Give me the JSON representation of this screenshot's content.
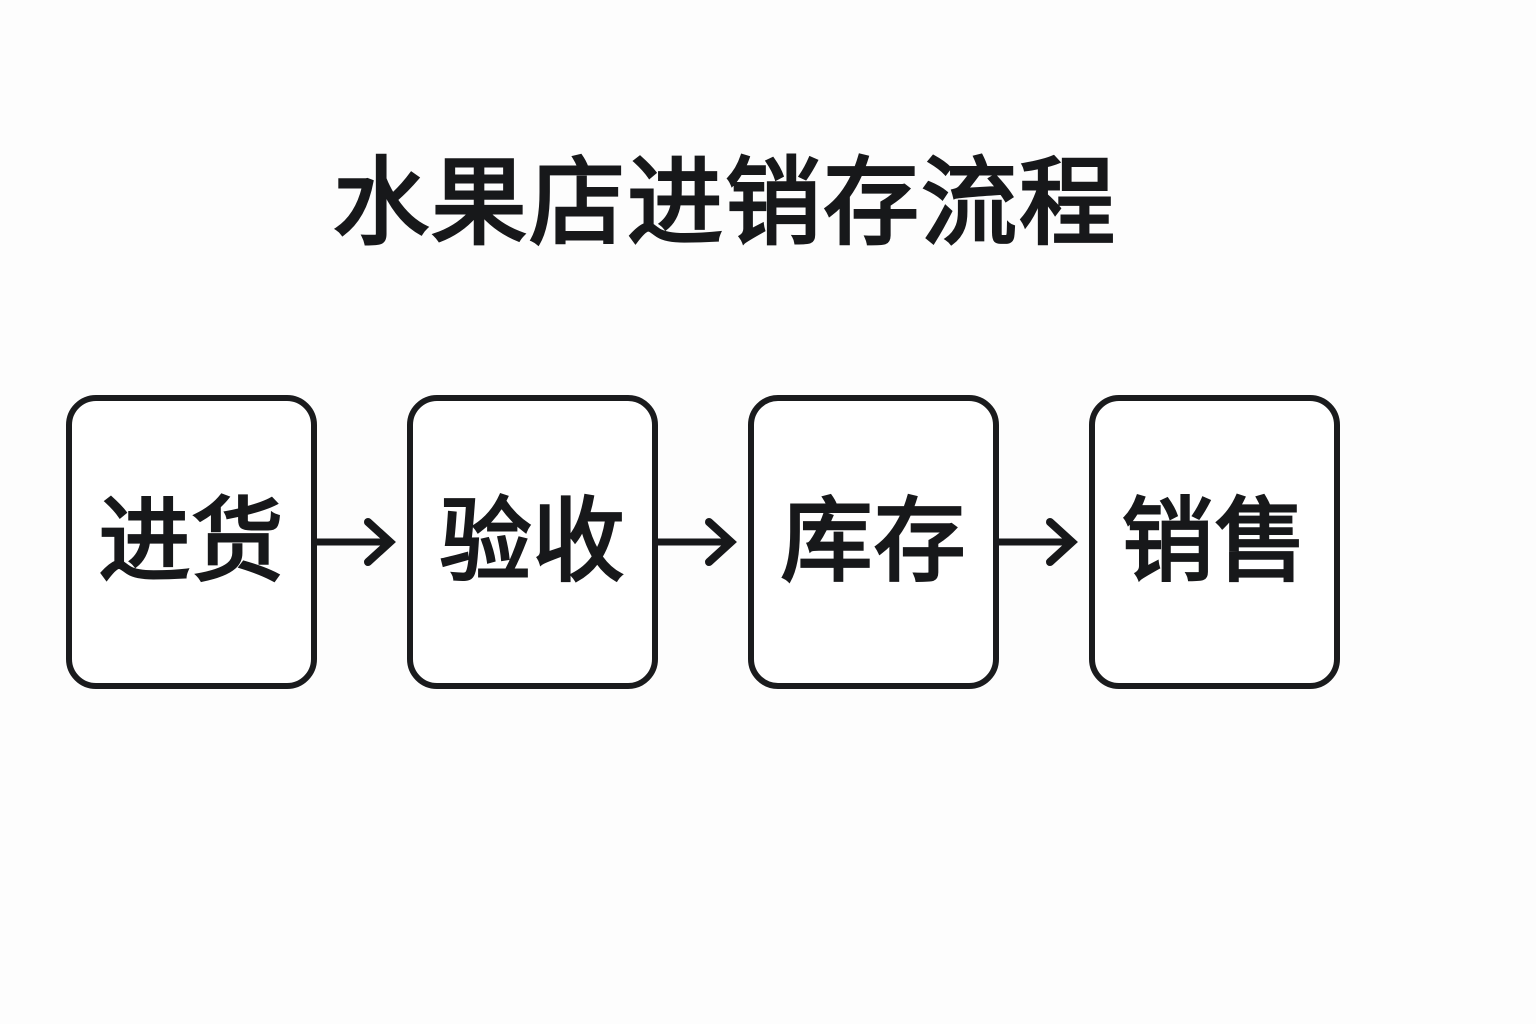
{
  "page": {
    "title": "水果店进销存流程",
    "background_color": "#fdfdfd",
    "ink_color": "#17181a"
  },
  "diagram": {
    "type": "flowchart",
    "orientation": "left-to-right",
    "node_shape": "rounded-rectangle",
    "nodes": [
      {
        "id": "purchase",
        "label": "进货"
      },
      {
        "id": "inspection",
        "label": "验收"
      },
      {
        "id": "inventory",
        "label": "库存"
      },
      {
        "id": "sales",
        "label": "销售"
      }
    ],
    "connectors": [
      {
        "id": "arrow-1",
        "icon": "arrow-right-icon",
        "from": "purchase",
        "to": "inspection"
      },
      {
        "id": "arrow-2",
        "icon": "arrow-right-icon",
        "from": "inspection",
        "to": "inventory"
      },
      {
        "id": "arrow-3",
        "icon": "arrow-right-icon",
        "from": "inventory",
        "to": "sales"
      }
    ]
  }
}
